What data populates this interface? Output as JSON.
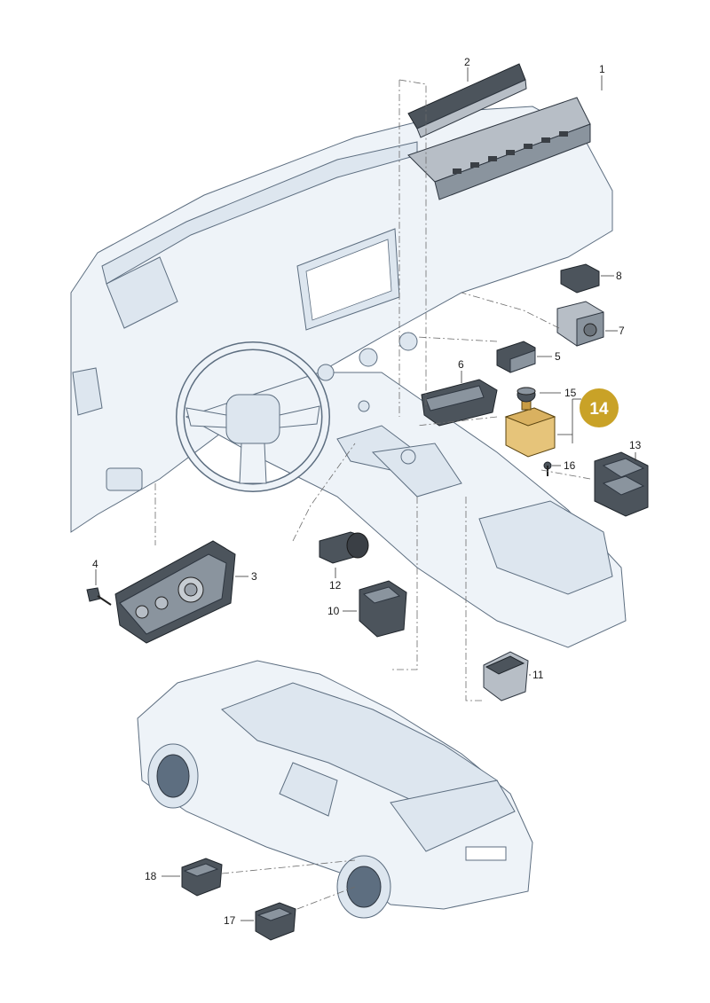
{
  "callouts": [
    {
      "id": "1",
      "text": "1"
    },
    {
      "id": "2",
      "text": "2"
    },
    {
      "id": "3",
      "text": "3"
    },
    {
      "id": "4",
      "text": "4"
    },
    {
      "id": "5",
      "text": "5"
    },
    {
      "id": "6",
      "text": "6"
    },
    {
      "id": "7",
      "text": "7"
    },
    {
      "id": "8",
      "text": "8"
    },
    {
      "id": "10",
      "text": "10"
    },
    {
      "id": "11",
      "text": "11"
    },
    {
      "id": "12",
      "text": "12"
    },
    {
      "id": "13",
      "text": "13"
    },
    {
      "id": "15",
      "text": "15"
    },
    {
      "id": "16",
      "text": "16"
    },
    {
      "id": "17",
      "text": "17"
    },
    {
      "id": "18",
      "text": "18"
    }
  ],
  "highlight": {
    "text": "14",
    "color": "#c9a227",
    "part_color": "#e6c47a"
  }
}
